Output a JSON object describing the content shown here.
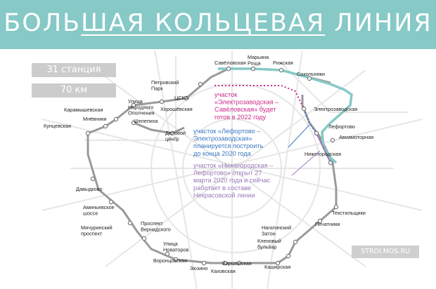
{
  "header": {
    "title_part1": "БОЛЬ",
    "title_part2": "ШАЯ КОЛЬЦЕВАЯ",
    "title_part3": " ЛИНИЯ"
  },
  "stats": {
    "stations": "31 станция",
    "length": "70 км"
  },
  "source": "STROI.MOS.RU",
  "colors": {
    "header": "#86c9c6",
    "ring_line": "#86c9c6",
    "existing_line": "#9a9a9a",
    "section_1": "#cc2a8c",
    "section_2": "#3b78c2",
    "section_3": "#9a77b8"
  },
  "stations": {
    "saviolovskaya": "Савёловская",
    "maryina_roshcha": "Марьина\nРоща",
    "rizhskaya": "Рижская",
    "sokolniki": "Сокольники",
    "petrovsky_park": "Петровский\nПарк",
    "cska": "ЦСКА",
    "khoroshyovskaya": "Хорошёвская",
    "narodnoe_opolchenie": "Улица\nНародного\nОполчения",
    "karamyshevskaya": "Карамышевская",
    "mnyovniki": "Мнёвники",
    "kuntsevskaya": "Кунцевская",
    "shelepikha": "Шелепиха",
    "delovoy_tsentr": "Деловой\nцентр",
    "elektrozavodskaya": "Электрозаводская",
    "lefortovo": "Лефортово",
    "aviamotornaya": "Авиамоторная",
    "nizhegorodskaya": "Нижегородская",
    "davydkovo": "Давыдково",
    "aminyevskoe": "Аминьевское\nшоссе",
    "michurinsky": "Мичуринский\nпроспект",
    "vernadskogo": "Проспект\nВернадского",
    "novatorov": "Улица\nНоваторов",
    "vorontsovskaya": "Воронцовская",
    "zyuzino": "Зюзино",
    "kakhovskaya": "Каховская",
    "varshavskaya": "Варшавская",
    "kashirskaya": "Каширская",
    "klenovy_bulvar": "Кленовый\nбульвар",
    "nagatinsky_zaton": "Нагатинский\nЗатон",
    "pechatniki": "Печатники",
    "tekstilshchiki": "Текстильщики"
  },
  "annotations": {
    "section_1": "участок\n«Электрозаводская –\nСавёловская» будет\nготов в 2022 году",
    "section_2": "участок «Лефортово –\nЭлектрозаводская»\nпланируется построить\nдо конца 2020 года",
    "section_3": "участок «Нижегородская –\nЛефортово» открыт 27\nмарта 2020 года и сейчас\nработает в составе\nНекрасовской линии"
  }
}
